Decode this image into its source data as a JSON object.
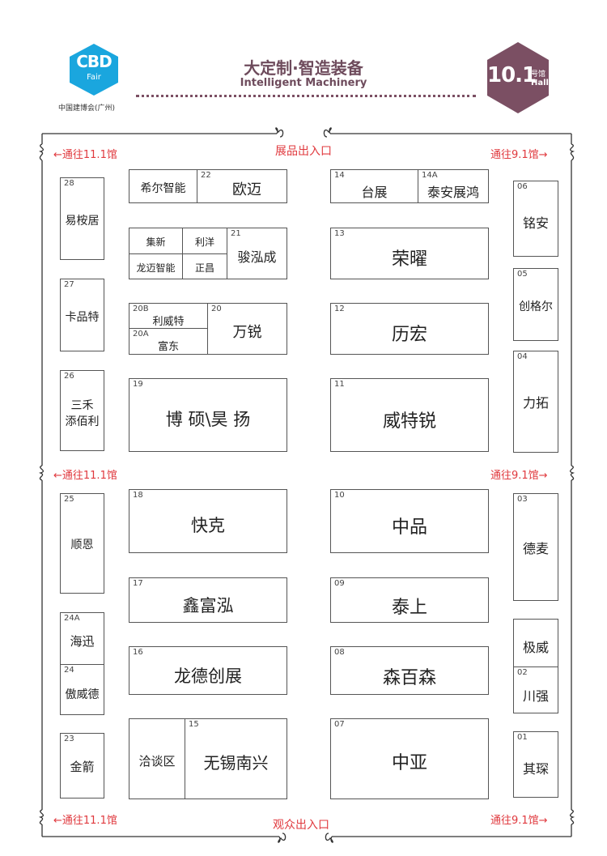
{
  "header": {
    "logo_main": "CBD",
    "logo_sub": "Fair",
    "logo_caption": "中国建博会(广州)",
    "title_cn": "大定制·智造装备",
    "title_en": "Intelligent Machinery",
    "hall_number": "10.1",
    "hall_label_cn": "号馆",
    "hall_label_en": "Hall"
  },
  "navigation": {
    "exhibit_entrance": "展品出入口",
    "visitor_entrance": "观众出入口",
    "to_hall_11_1": "←通往11.1馆",
    "to_hall_9_1": "通往9.1馆→"
  },
  "colors": {
    "brand_blue": "#1aa6de",
    "hall_purple": "#7b4f63",
    "title_purple": "#6e4b5c",
    "nav_red": "#e0393e",
    "booth_border": "#555555"
  },
  "booths": {
    "b28": {
      "num": "28",
      "name": "易桉居"
    },
    "b27": {
      "num": "27",
      "name": "卡品特"
    },
    "b26": {
      "num": "26",
      "name1": "三禾",
      "name2": "添佰利"
    },
    "b25": {
      "num": "25",
      "name": "顺恩"
    },
    "b24a": {
      "num": "24A",
      "name": "海迅"
    },
    "b24": {
      "num": "24",
      "name": "傲威德"
    },
    "b23": {
      "num": "23",
      "name": "金箭"
    },
    "b22a": {
      "name": "希尔智能"
    },
    "b22": {
      "num": "22",
      "name": "欧迈"
    },
    "b21a": {
      "name": "集新"
    },
    "b21b": {
      "name": "利洋"
    },
    "b21c": {
      "name": "龙迈智能"
    },
    "b21d": {
      "name": "正昌"
    },
    "b21": {
      "num": "21",
      "name": "骏泓成"
    },
    "b20b": {
      "num": "20B",
      "name": "利威特"
    },
    "b20a": {
      "num": "20A",
      "name": "富东"
    },
    "b20": {
      "num": "20",
      "name": "万锐"
    },
    "b19": {
      "num": "19",
      "name": "博 硕\\昊 扬"
    },
    "b18": {
      "num": "18",
      "name": "快克"
    },
    "b17": {
      "num": "17",
      "name": "鑫富泓"
    },
    "b16": {
      "num": "16",
      "name": "龙德创展"
    },
    "b15a": {
      "name": "洽谈区"
    },
    "b15": {
      "num": "15",
      "name": "无锡南兴"
    },
    "b14": {
      "num": "14",
      "name": "台展"
    },
    "b14a": {
      "num": "14A",
      "name": "泰安展鸿"
    },
    "b13": {
      "num": "13",
      "name": "荣曜"
    },
    "b12": {
      "num": "12",
      "name": "历宏"
    },
    "b11": {
      "num": "11",
      "name": "威特锐"
    },
    "b10": {
      "num": "10",
      "name": "中品"
    },
    "b09": {
      "num": "09",
      "name": "泰上"
    },
    "b08": {
      "num": "08",
      "name": "森百森"
    },
    "b07": {
      "num": "07",
      "name": "中亚"
    },
    "b06": {
      "num": "06",
      "name": "铭安"
    },
    "b05": {
      "num": "05",
      "name": "创格尔"
    },
    "b04": {
      "num": "04",
      "name": "力拓"
    },
    "b03": {
      "num": "03",
      "name": "德麦"
    },
    "b02a": {
      "name": "极威"
    },
    "b02": {
      "num": "02",
      "name": "川强"
    },
    "b01": {
      "num": "01",
      "name": "其琛"
    }
  }
}
